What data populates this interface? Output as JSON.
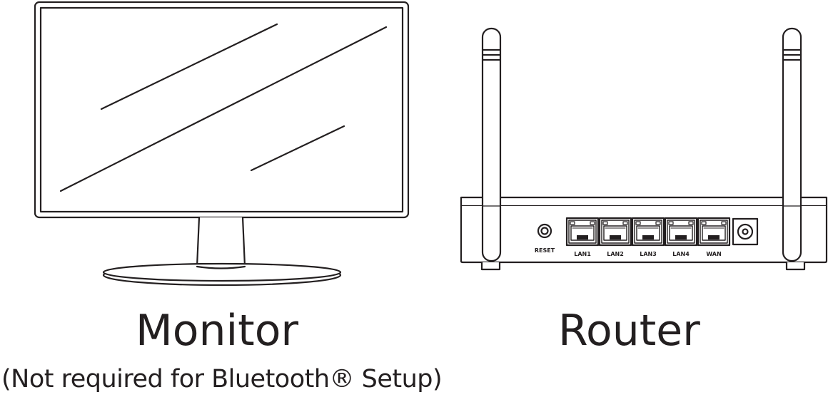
{
  "devices": {
    "monitor": {
      "label": "Monitor",
      "note": "(Not required for Bluetooth® Setup)"
    },
    "router": {
      "label": "Router",
      "reset_label": "RESET",
      "ports": [
        "LAN1",
        "LAN2",
        "LAN3",
        "LAN4",
        "WAN"
      ]
    }
  },
  "colors": {
    "line": "#231f20",
    "background": "#ffffff"
  }
}
